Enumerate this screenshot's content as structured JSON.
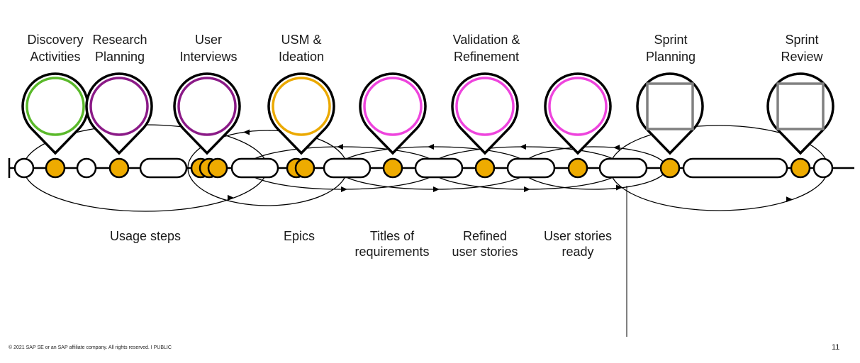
{
  "phases": [
    {
      "label": "Discovery\nActivities",
      "ring": "circle",
      "color": "#5ab92a"
    },
    {
      "label": "Research\nPlanning",
      "ring": "circle",
      "color": "#8b1a87"
    },
    {
      "label": "User\nInterviews",
      "ring": "circle",
      "color": "#8b1a87"
    },
    {
      "label": "USM &\nIdeation",
      "ring": "circle",
      "color": "#eba900"
    },
    {
      "label": "Validation &\nRefinement",
      "ring": "circle",
      "color": "#ee44dd"
    },
    {
      "label": "Sprint\nPlanning",
      "ring": "square",
      "color": "#808080"
    },
    {
      "label": "Sprint\nReview",
      "ring": "square",
      "color": "#808080"
    }
  ],
  "unlabeled_pins": [
    {
      "ring": "circle",
      "color": "#ee44dd"
    },
    {
      "ring": "circle",
      "color": "#ee44dd"
    }
  ],
  "artifacts": [
    {
      "label": "Usage steps"
    },
    {
      "label": "Epics"
    },
    {
      "label": "Titles of\nrequirements"
    },
    {
      "label": "Refined\nuser stories"
    },
    {
      "label": "User stories\nready"
    }
  ],
  "colors": {
    "milestone_fill": "#eeab00",
    "stroke": "#000000"
  },
  "footer": {
    "copyright": "© 2021 SAP SE or an SAP affiliate company. All rights reserved.  I   PUBLIC",
    "page_number": "11"
  }
}
